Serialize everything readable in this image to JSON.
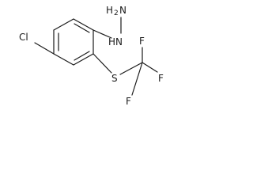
{
  "molecule": {
    "atoms": {
      "nh2": {
        "symbol": "N",
        "subscript": "H2",
        "h": "H",
        "two": "2",
        "n": "N"
      },
      "nh": {
        "text": "HN"
      },
      "cl": {
        "text": "Cl"
      },
      "s": {
        "text": "S"
      },
      "f_top": {
        "text": "F"
      },
      "f_right": {
        "text": "F"
      },
      "f_bottom": {
        "text": "F"
      }
    }
  }
}
